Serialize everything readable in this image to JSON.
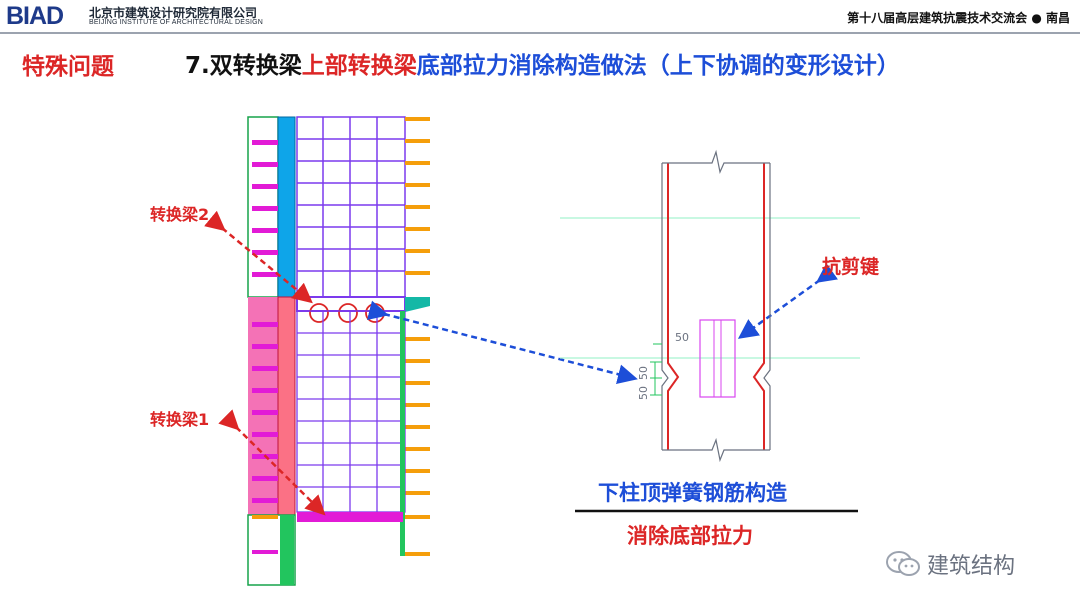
{
  "header": {
    "logo": "BIAD",
    "org_cn": "北京市建筑设计研究院有限公司",
    "org_en": "BEIJING INSTITUTE OF ARCHITECTURAL DESIGN",
    "conference": "第十八届高层建筑抗震技术交流会 ● 南昌"
  },
  "slide": {
    "tag": "特殊问题",
    "title_a": "7.双转换梁",
    "title_b": "上部转换梁",
    "title_c": "底部拉力消除构造做法（上下协调的变形设计）"
  },
  "labels": {
    "beam2": "转换梁2",
    "beam1": "转换梁1",
    "shear_key": "抗剪键",
    "detail_title": "下柱顶弹簧钢筋构造",
    "detail_sub": "消除底部拉力",
    "dim_a": "50",
    "dim_b": "50",
    "dim_c": "50"
  },
  "watermark": {
    "text": "建筑结构",
    "icon": "wechat-icon"
  },
  "colors": {
    "red": "#dc2626",
    "blue": "#1d4ed8",
    "magenta": "#e21bd6",
    "cyan": "#0ea5e9",
    "pink": "#f472b6",
    "orange": "#f59e0b",
    "green": "#22c55e"
  }
}
